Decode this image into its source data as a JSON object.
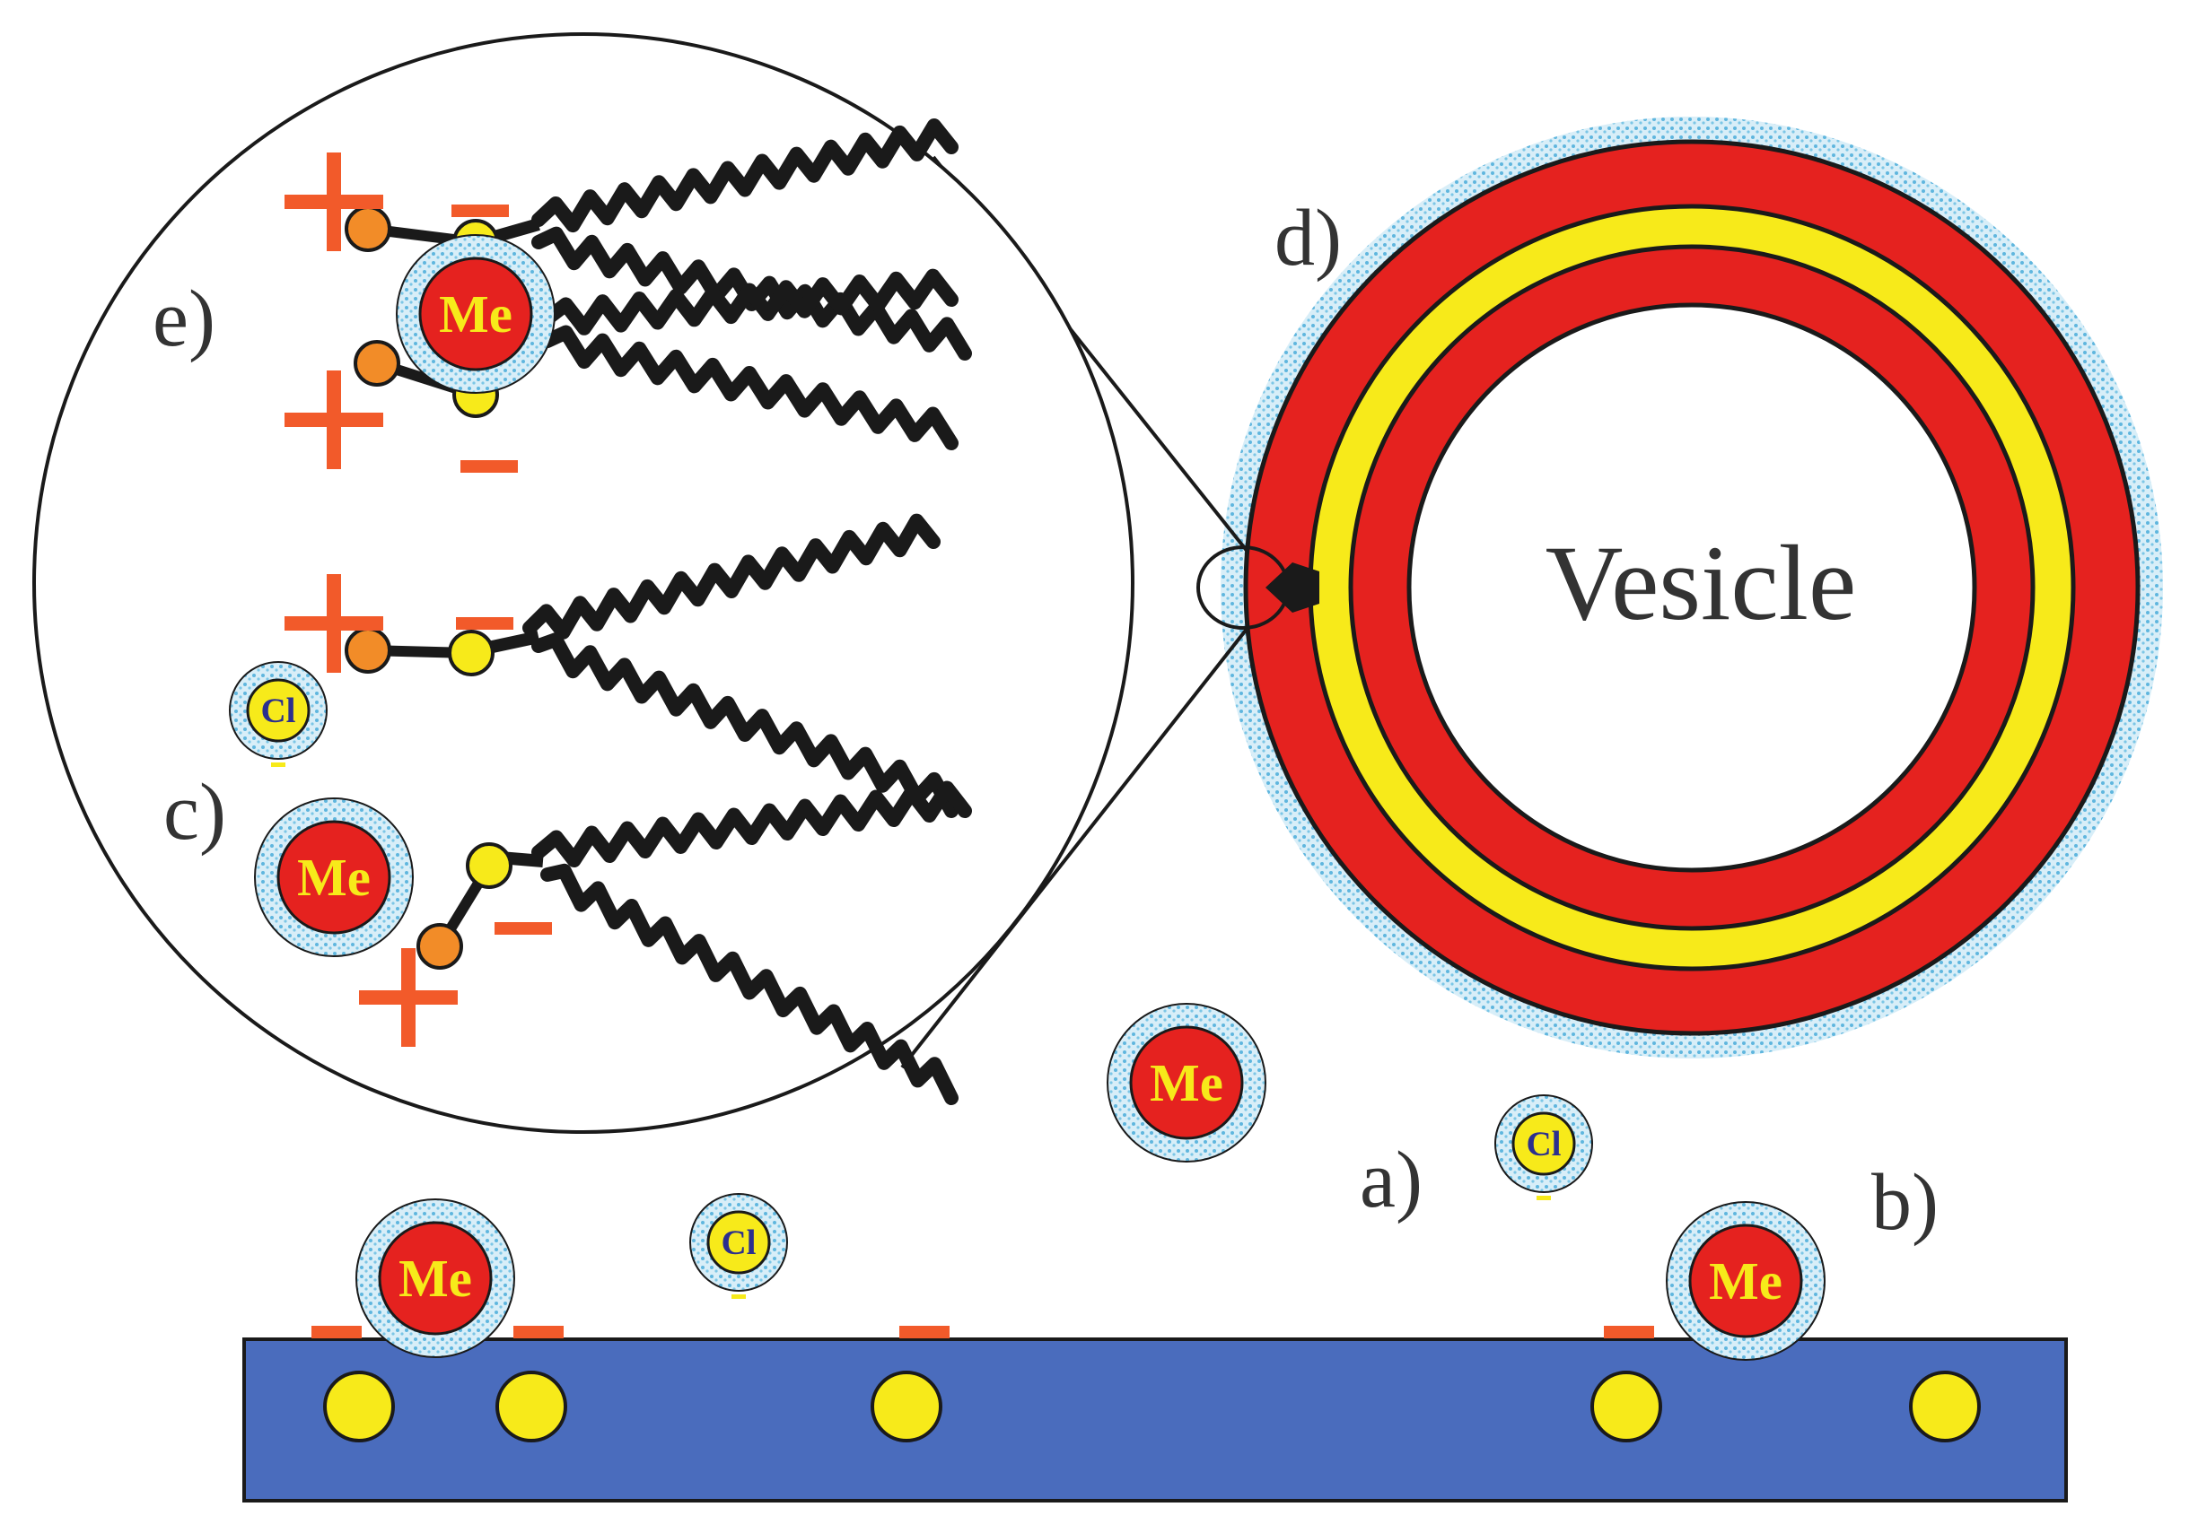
{
  "labels": {
    "vesicle": "Vesicle",
    "a": "a)",
    "b": "b)",
    "c": "c)",
    "d": "d)",
    "e": "e)"
  },
  "ions": {
    "metal": "Me",
    "chloride": "Cl"
  },
  "signs": {
    "plus": "+",
    "minus": "-"
  },
  "colors": {
    "substrate": "#4a6cbd",
    "substrate_site": "#f7ea1a",
    "metal_ion": "#e5221f",
    "metal_text": "#f7ea1a",
    "chloride_ion": "#f7ea1a",
    "chloride_text": "#2b2f8f",
    "hydration_shell": "#8fd0ea",
    "bilayer_outer": "#e5221f",
    "bilayer_core": "#f7ea1a",
    "positive_charge": "#f25a2a",
    "negative_charge": "#f25a2a",
    "headgroup_plus": "#f28c28",
    "headgroup_minus": "#f7ea1a",
    "lipid_tail": "#1a1a1a"
  }
}
